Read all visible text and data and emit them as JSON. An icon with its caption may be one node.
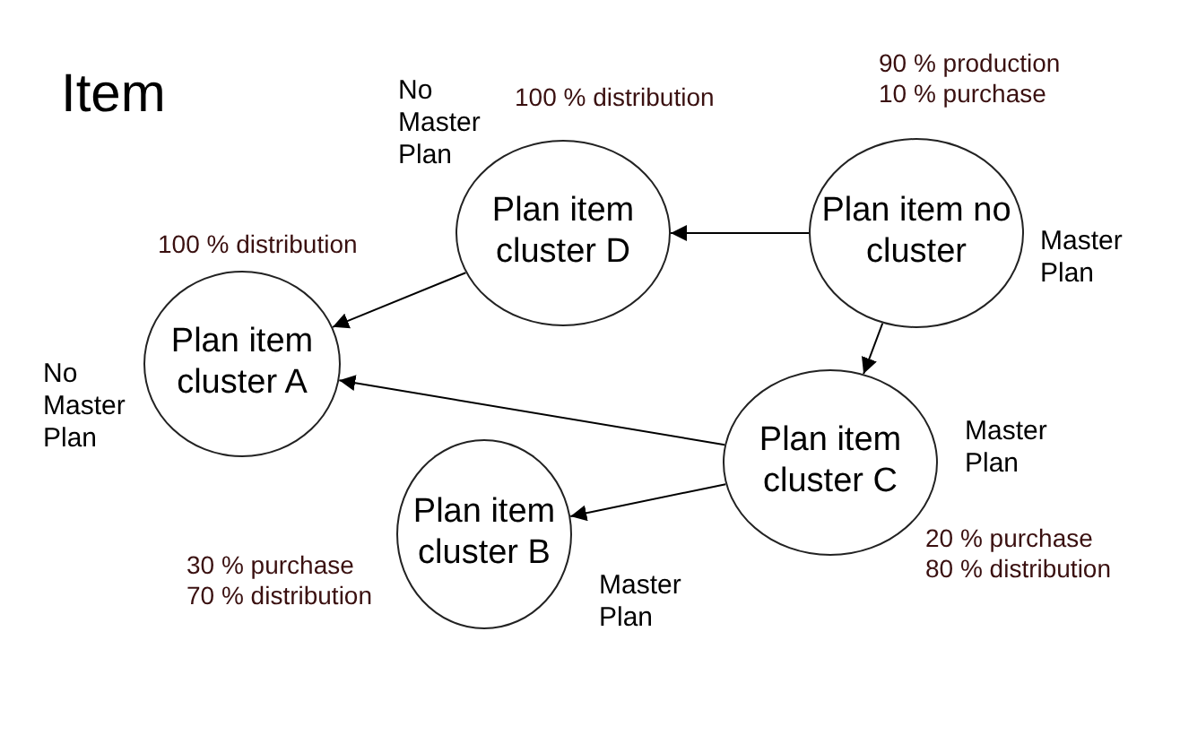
{
  "diagram": {
    "title": "Item",
    "nodes": [
      {
        "text": [
          "Plan item cluster D"
        ],
        "beside": [
          "No Master Plan",
          "100 % distribution"
        ]
      },
      {
        "text": [
          "Plan item no cluster"
        ],
        "beside": [
          "90 % production 10 % purchase",
          "Master Plan"
        ]
      },
      {
        "text": [
          "Plan item cluster A"
        ],
        "beside": [
          "100 % distribution",
          "No Master Plan"
        ]
      },
      {
        "text": [
          "Plan item cluster C"
        ],
        "beside": [
          "Master Plan",
          "20 % purchase 80 % distribution"
        ]
      },
      {
        "text": [
          "Plan item cluster B"
        ],
        "beside": [
          "30 % purchase 70 % distribution",
          "Master Plan"
        ]
      }
    ],
    "edges": [
      {
        "from": 1,
        "to": 0,
        "arrow": "to"
      },
      {
        "from": 0,
        "to": 2,
        "arrow": "to"
      },
      {
        "from": 1,
        "to": 3,
        "arrow": "to"
      },
      {
        "from": 3,
        "to": 2,
        "arrow": "to"
      },
      {
        "from": 3,
        "to": 4,
        "arrow": "to"
      }
    ]
  }
}
